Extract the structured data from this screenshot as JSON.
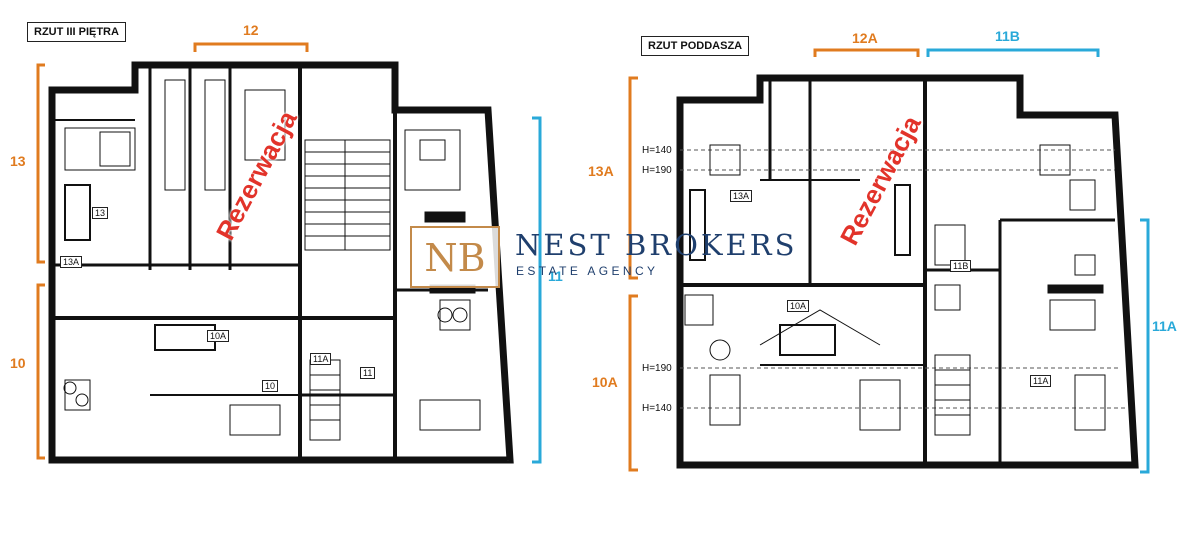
{
  "left_plan": {
    "title": "RZUT III PIĘTRA",
    "dimensions": {
      "top": "12",
      "left_upper": "13",
      "left_lower": "10",
      "right": "11"
    },
    "room_tags": [
      "13",
      "13A",
      "10A",
      "10",
      "11A",
      "11"
    ],
    "stamp": "Rezerwacja"
  },
  "right_plan": {
    "title": "RZUT PODDASZA",
    "dimensions": {
      "top_left": "12A",
      "top_right": "11B",
      "left_upper": "13A",
      "left_lower": "10A",
      "right": "11A"
    },
    "height_marks": [
      "H=140",
      "H=190",
      "H=190",
      "H=140"
    ],
    "room_tags": [
      "13A",
      "10A",
      "11B",
      "11A"
    ],
    "stamp": "Rezerwacja"
  },
  "watermark": {
    "brand": "NEST BROKERS",
    "subtitle": "ESTATE AGENCY",
    "monogram": "NB"
  },
  "colors": {
    "orange": "#e07b1f",
    "blue": "#29a9d9",
    "stamp": "#e2332a",
    "brand": "#1f3f6d",
    "logo_gold": "#c38a4a"
  }
}
